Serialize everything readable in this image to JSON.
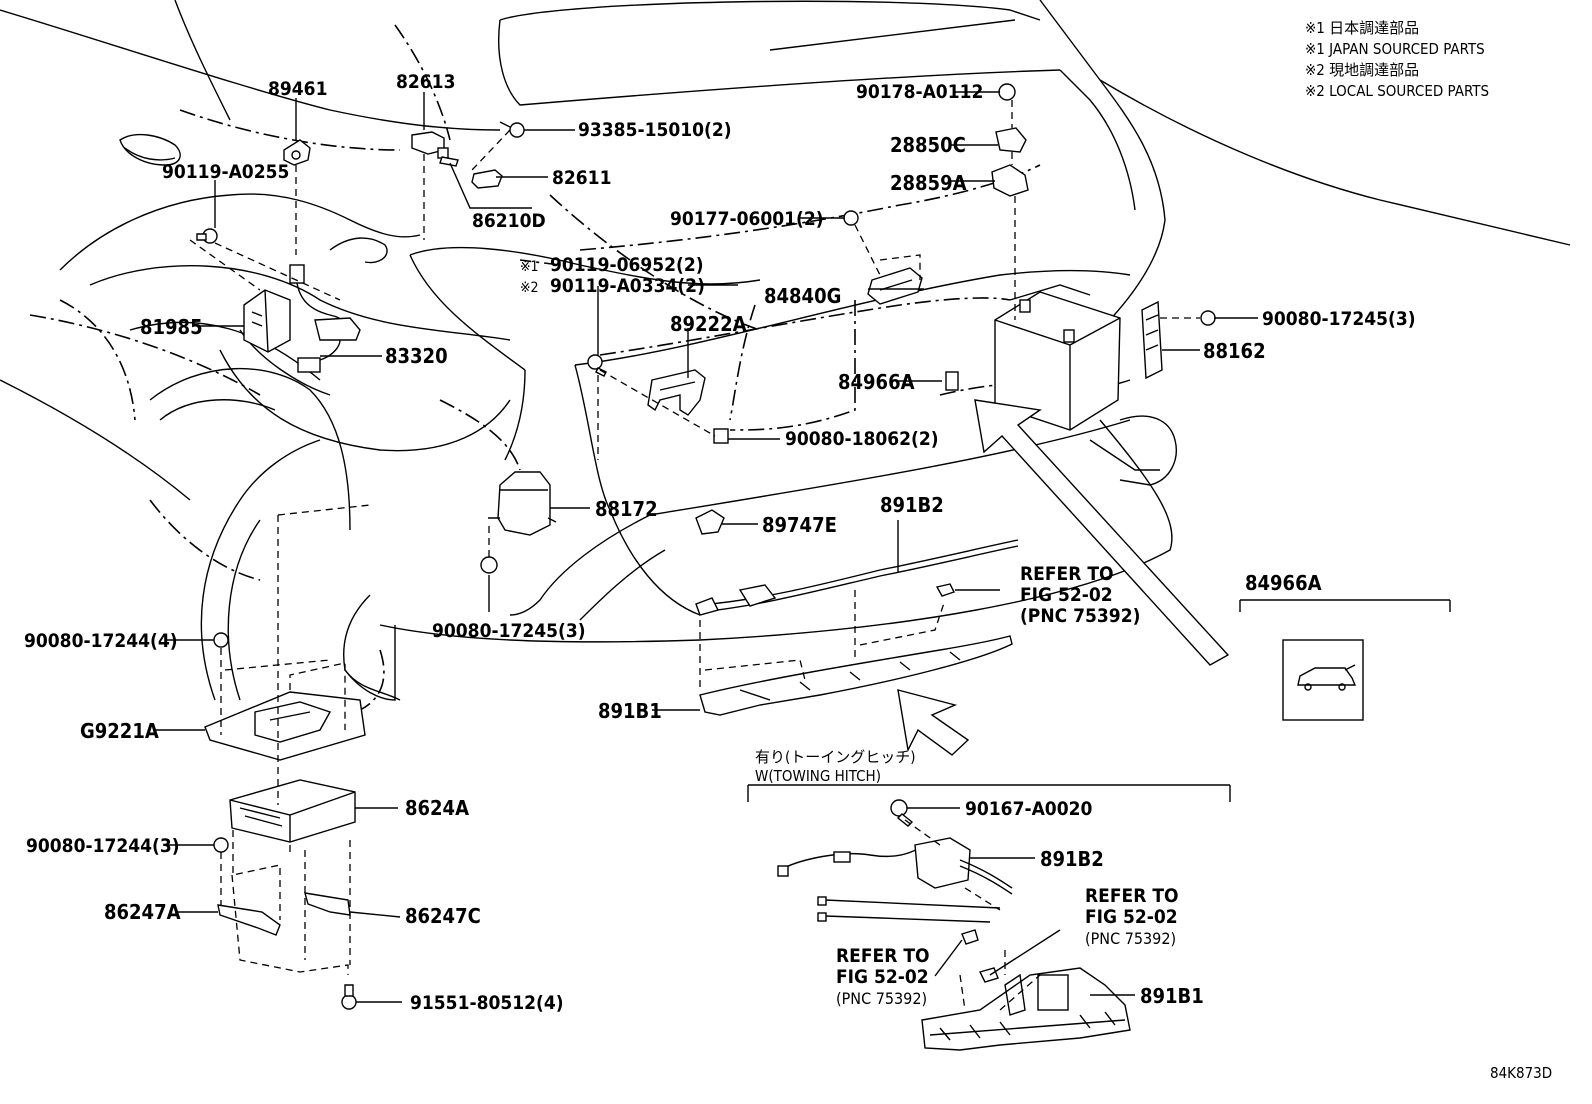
{
  "notes": {
    "n1_jp": "※1 日本調達部品",
    "n1_en": "※1 JAPAN SOURCED PARTS",
    "n2_jp": "※2 現地調達部品",
    "n2_en": "※2 LOCAL SOURCED PARTS"
  },
  "figure_id": "84K873D",
  "parts": {
    "p89461": "89461",
    "p82613": "82613",
    "p93385": "93385-15010(2)",
    "p82611": "82611",
    "p86210D": "86210D",
    "p90119_A0255": "90119-A0255",
    "p90119_06952": "90119-06952(2)",
    "p90119_A0334": "90119-A0334(2)",
    "mark1": "※1",
    "mark2": "※2",
    "p81985": "81985",
    "p83320": "83320",
    "p89222A": "89222A",
    "p84840G": "84840G",
    "p90178": "90178-A0112",
    "p28850C": "28850C",
    "p28859A": "28859A",
    "p90177": "90177-06001(2)",
    "p90080_17245_3a": "90080-17245(3)",
    "p88162": "88162",
    "p84966A": "84966A",
    "p90080_18062": "90080-18062(2)",
    "p88172": "88172",
    "p89747E": "89747E",
    "p891B2": "891B2",
    "p90080_17245_3b": "90080-17245(3)",
    "p90080_17244_4": "90080-17244(4)",
    "p891B1": "891B1",
    "pG9221A": "G9221A",
    "p8624A": "8624A",
    "p90080_17244_3": "90080-17244(3)",
    "p86247A": "86247A",
    "p86247C": "86247C",
    "p91551": "91551-80512(4)",
    "p84966A_box": "84966A",
    "p90167": "90167-A0020",
    "p891B2_tow": "891B2",
    "p891B1_tow": "891B1"
  },
  "refs": {
    "r1_line1": "REFER TO",
    "r1_line2": "FIG 52-02",
    "r1_line3": "(PNC 75392)",
    "r2_line1": "REFER TO",
    "r2_line2": "FIG 52-02",
    "r2_line3": "(PNC 75392)",
    "r3_line1": "REFER TO",
    "r3_line2": "FIG 52-02",
    "r3_line3": "(PNC 75392)"
  },
  "towing": {
    "label_jp": "有り(トーイングヒッチ)",
    "label_en": "W(TOWING HITCH)"
  }
}
